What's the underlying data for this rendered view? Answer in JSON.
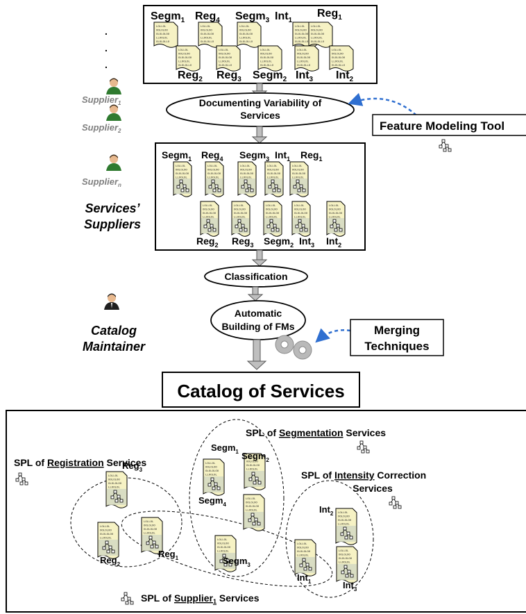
{
  "top_box": {
    "row1": [
      {
        "base": "Segm",
        "sub": "1"
      },
      {
        "base": "Reg",
        "sub": "4"
      },
      {
        "base": "Segm",
        "sub": "3"
      },
      {
        "base": "Int",
        "sub": "1"
      },
      {
        "base": "Reg",
        "sub": "1"
      }
    ],
    "row2": [
      {
        "base": "Reg",
        "sub": "2"
      },
      {
        "base": "Reg",
        "sub": "3"
      },
      {
        "base": "Segm",
        "sub": "2"
      },
      {
        "base": "Int",
        "sub": "3"
      },
      {
        "base": "Int",
        "sub": "2"
      }
    ]
  },
  "binary_lines": [
    "LOLLOL",
    "OOLOLOO",
    "OLOLOLOO",
    "LLOOLOL",
    "OLOLOLLO"
  ],
  "suppliers": {
    "dots": ".",
    "s1": {
      "base": "Supplier",
      "sub": "1"
    },
    "s2": {
      "base": "Supplier",
      "sub": "2"
    },
    "sn": {
      "base": "Supplier",
      "sub": "n"
    },
    "label_line1": "Services’",
    "label_line2": "Suppliers"
  },
  "process": {
    "documenting_line1": "Documenting Variability of",
    "documenting_line2": "Services",
    "classification": "Classification",
    "automatic_line1": "Automatic",
    "automatic_line2": "Building of FMs"
  },
  "tools": {
    "feature_modeling": "Feature Modeling Tool",
    "merging_line1": "Merging",
    "merging_line2": "Techniques"
  },
  "maintainer": {
    "line1": "Catalog",
    "line2": "Maintainer"
  },
  "catalog_title": "Catalog of Services",
  "catalog": {
    "spl_prefix": "SPL of ",
    "registration": {
      "keyword": "Registration",
      "suffix": " Services"
    },
    "segmentation": {
      "keyword": "Segmentation",
      "suffix": " Services"
    },
    "intensity": {
      "keyword": "Intensity",
      "suffix": " Correction",
      "line2": "Services"
    },
    "supplier": {
      "keyword": "Supplier",
      "sub": "1",
      "suffix": " Services"
    },
    "services": {
      "reg3": {
        "base": "Reg",
        "sub": "3"
      },
      "reg2": {
        "base": "Reg",
        "sub": "2"
      },
      "reg1": {
        "base": "Reg",
        "sub": "1"
      },
      "segm1": {
        "base": "Segm",
        "sub": "1"
      },
      "segm2": {
        "base": "Segm",
        "sub": "2"
      },
      "segm4": {
        "base": "Segm",
        "sub": "4"
      },
      "segm3": {
        "base": "Segm",
        "sub": "3"
      },
      "int2": {
        "base": "Int",
        "sub": "2"
      },
      "int1": {
        "base": "Int",
        "sub": "1"
      },
      "int3": {
        "base": "Int",
        "sub": "3"
      }
    }
  }
}
